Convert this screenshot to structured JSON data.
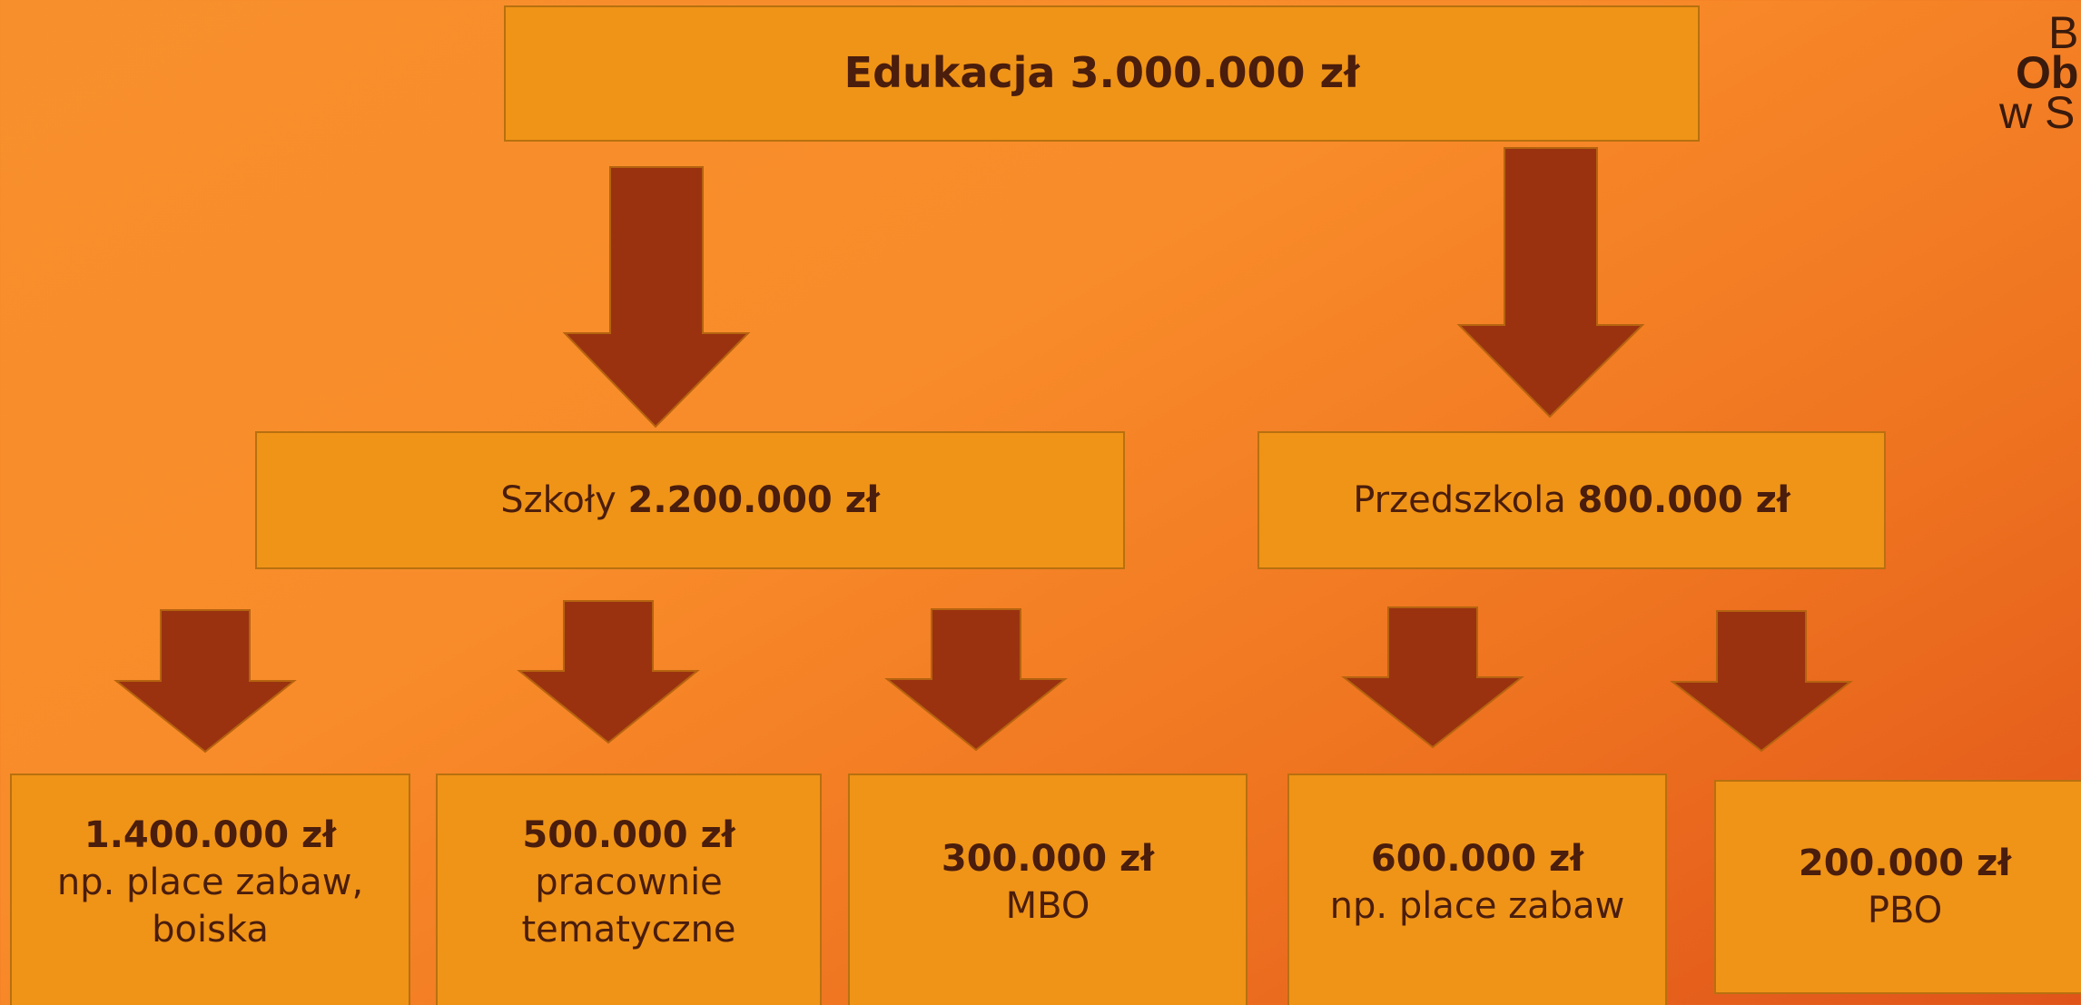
{
  "top": {
    "label": "Edukacja",
    "amount": "3.000.000 zł"
  },
  "level2": [
    {
      "label": "Szkoły",
      "amount": "2.200.000 zł"
    },
    {
      "label": "Przedszkola",
      "amount": "800.000 zł"
    }
  ],
  "level3": [
    {
      "amount": "1.400.000 zł",
      "desc_line1": "np. place zabaw,",
      "desc_line2": "boiska"
    },
    {
      "amount": "500.000 zł",
      "desc_line1": "pracownie",
      "desc_line2": "tematyczne"
    },
    {
      "amount": "300.000 zł",
      "desc_line1": "MBO",
      "desc_line2": ""
    },
    {
      "amount": "600.000 zł",
      "desc_line1": "np. place zabaw",
      "desc_line2": ""
    },
    {
      "amount": "200.000 zł",
      "desc_line1": "PBO",
      "desc_line2": ""
    }
  ],
  "logo": {
    "line1": "B",
    "line2": "Ob",
    "line3": "w S"
  },
  "colors": {
    "box_fill": "#f09417",
    "arrow_fill": "#9a3210",
    "text": "#4a1d0c"
  }
}
